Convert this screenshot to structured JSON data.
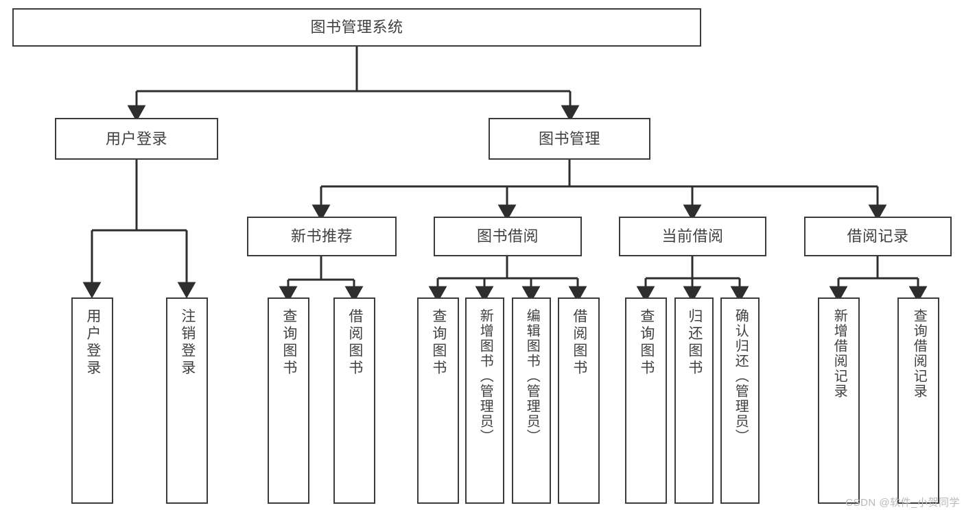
{
  "diagram": {
    "title": "图书管理系统",
    "type": "hierarchy-tree",
    "root": {
      "label": "图书管理系统"
    },
    "level1": [
      {
        "label": "用户登录"
      },
      {
        "label": "图书管理"
      }
    ],
    "level2": [
      {
        "label": "新书推荐"
      },
      {
        "label": "图书借阅"
      },
      {
        "label": "当前借阅"
      },
      {
        "label": "借阅记录"
      }
    ],
    "leaves": {
      "user_login": [
        {
          "label": "用户登录"
        },
        {
          "label": "注销登录"
        }
      ],
      "new_book_recommend": [
        {
          "label": "查询图书"
        },
        {
          "label": "借阅图书"
        }
      ],
      "book_borrow": [
        {
          "label": "查询图书"
        },
        {
          "label": "新增图书（管理员）"
        },
        {
          "label": "编辑图书（管理员）"
        },
        {
          "label": "借阅图书"
        }
      ],
      "current_borrow": [
        {
          "label": "查询图书"
        },
        {
          "label": "归还图书"
        },
        {
          "label": "确认归还（管理员）"
        }
      ],
      "borrow_record": [
        {
          "label": "新增借阅记录"
        },
        {
          "label": "查询借阅记录"
        }
      ]
    }
  },
  "watermark": {
    "text": "CSDN @软件_小贺同学"
  },
  "colors": {
    "box_border": "#3b3b3b",
    "text": "#404040",
    "edge": "#2e2e2e",
    "background": "#ffffff",
    "watermark": "#b9b9b9"
  }
}
